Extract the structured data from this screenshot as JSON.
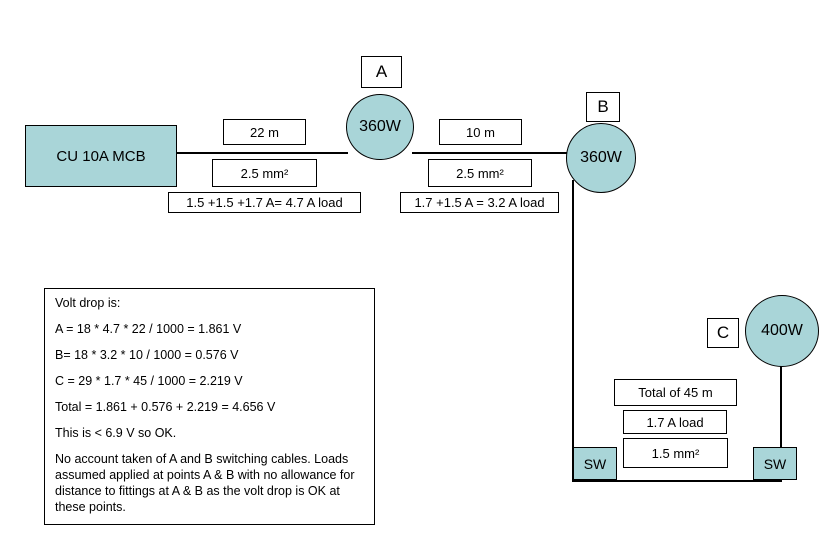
{
  "consumer_unit": {
    "label": "CU 10A MCB"
  },
  "points": {
    "a": {
      "letter": "A",
      "load": "360W"
    },
    "b": {
      "letter": "B",
      "load": "360W"
    },
    "c": {
      "letter": "C",
      "load": "400W"
    }
  },
  "segments": {
    "cu_to_a": {
      "length": "22 m",
      "size": "2.5 mm²",
      "load": "1.5 +1.5 +1.7 A= 4.7 A load"
    },
    "a_to_b": {
      "length": "10 m",
      "size": "2.5 mm²",
      "load": "1.7 +1.5 A = 3.2 A load"
    },
    "b_to_c": {
      "length": "Total of 45 m",
      "load": "1.7 A load",
      "size": "1.5 mm²"
    }
  },
  "switches": {
    "left": "SW",
    "right": "SW"
  },
  "notes": {
    "heading": "Volt drop is:",
    "lines": [
      "A = 18 * 4.7 * 22 / 1000 = 1.861 V",
      "B= 18 * 3.2 * 10 / 1000 = 0.576 V",
      "C = 29  * 1.7 * 45  / 1000 = 2.219 V",
      "Total = 1.861 + 0.576 + 2.219 = 4.656 V",
      "This is < 6.9 V so OK."
    ],
    "footnote": "No account taken of A and B switching cables. Loads assumed applied at points A & B with no allowance for distance to fittings at A & B as the volt drop is OK at these points."
  }
}
